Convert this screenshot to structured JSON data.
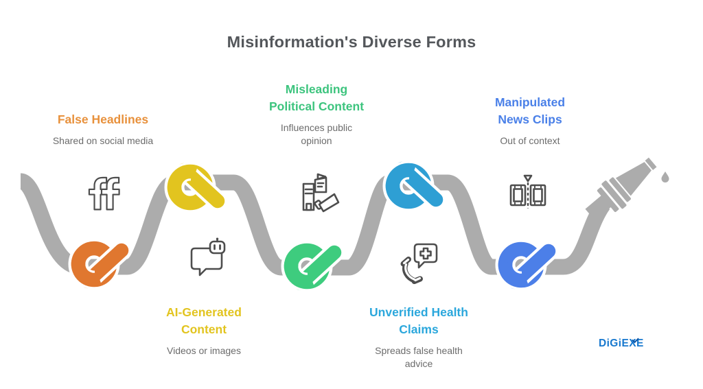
{
  "title": {
    "text": "Misinformation's Diverse Forms",
    "color": "#54575B"
  },
  "brand": {
    "text": "DiGiEXE",
    "color": "#1778CE",
    "check_color": "#0C56A8"
  },
  "colors": {
    "background": "#FFFFFF",
    "rope": "#ACACAC",
    "icon_stroke": "#4D4D4D",
    "description_text": "#6B6B6B"
  },
  "items": [
    {
      "label": "False Headlines",
      "label_lines": [
        "False Headlines"
      ],
      "description": "Shared on social media",
      "description_lines": [
        "Shared on social media"
      ],
      "label_color": "#E8913C",
      "knot_color": "#E0772F",
      "icon": "social-ff-icon",
      "knot_position": "bottom"
    },
    {
      "label": "AI-Generated Content",
      "label_lines": [
        "AI-Generated",
        "Content"
      ],
      "description": "Videos or images",
      "description_lines": [
        "Videos or images"
      ],
      "label_color": "#E2C41F",
      "knot_color": "#E2C41F",
      "icon": "chat-robot-icon",
      "knot_position": "top"
    },
    {
      "label": "Misleading Political Content",
      "label_lines": [
        "Misleading",
        "Political Content"
      ],
      "description": "Influences public opinion",
      "description_lines": [
        "Influences public",
        "opinion"
      ],
      "label_color": "#3DC47E",
      "knot_color": "#3ECC7E",
      "icon": "building-megaphone-icon",
      "knot_position": "bottom"
    },
    {
      "label": "Unverified Health Claims",
      "label_lines": [
        "Unverified Health",
        "Claims"
      ],
      "description": "Spreads false health advice",
      "description_lines": [
        "Spreads false health",
        "advice"
      ],
      "label_color": "#2BA7DC",
      "knot_color": "#2E9FD4",
      "icon": "phone-health-icon",
      "knot_position": "top"
    },
    {
      "label": "Manipulated News Clips",
      "label_lines": [
        "Manipulated",
        "News Clips"
      ],
      "description": "Out of context",
      "description_lines": [
        "Out of context"
      ],
      "label_color": "#4A80E8",
      "knot_color": "#4C7FE8",
      "icon": "film-cut-icon",
      "knot_position": "bottom"
    }
  ]
}
